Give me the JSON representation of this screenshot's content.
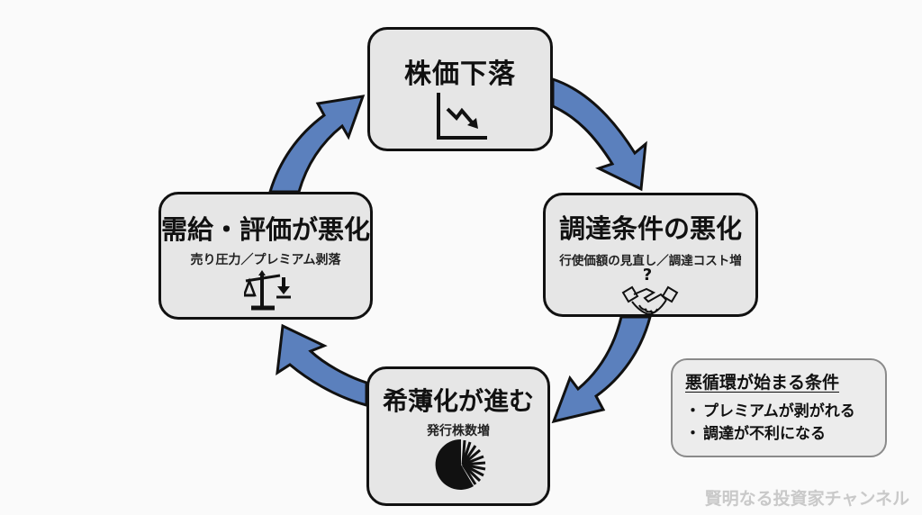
{
  "colors": {
    "arrow_fill": "#5b80bd",
    "arrow_stroke": "#111111",
    "box_fill": "#e6e6e6",
    "box_border": "#111111",
    "background": "#fafafa",
    "watermark": "#c9c9c9"
  },
  "cycle": {
    "top": {
      "title": "株価下落",
      "icon": "falling-chart-icon"
    },
    "right": {
      "title": "調達条件の悪化",
      "subtitle": "行使価額の見直し／調達コスト増",
      "icon": "handshake-question-icon",
      "icon_text": "?"
    },
    "bottom": {
      "title": "希薄化が進む",
      "subtitle": "発行株数増",
      "icon": "fragmented-pie-icon"
    },
    "left": {
      "title": "需給・評価が悪化",
      "subtitle": "売り圧力／プレミアム剥落",
      "icon": "scale-down-arrow-icon"
    }
  },
  "conditions": {
    "title": "悪循環が始まる条件",
    "bullet": "・",
    "items": [
      "プレミアムが剥がれる",
      "調達が不利になる"
    ]
  },
  "watermark": "賢明なる投資家チャンネル"
}
